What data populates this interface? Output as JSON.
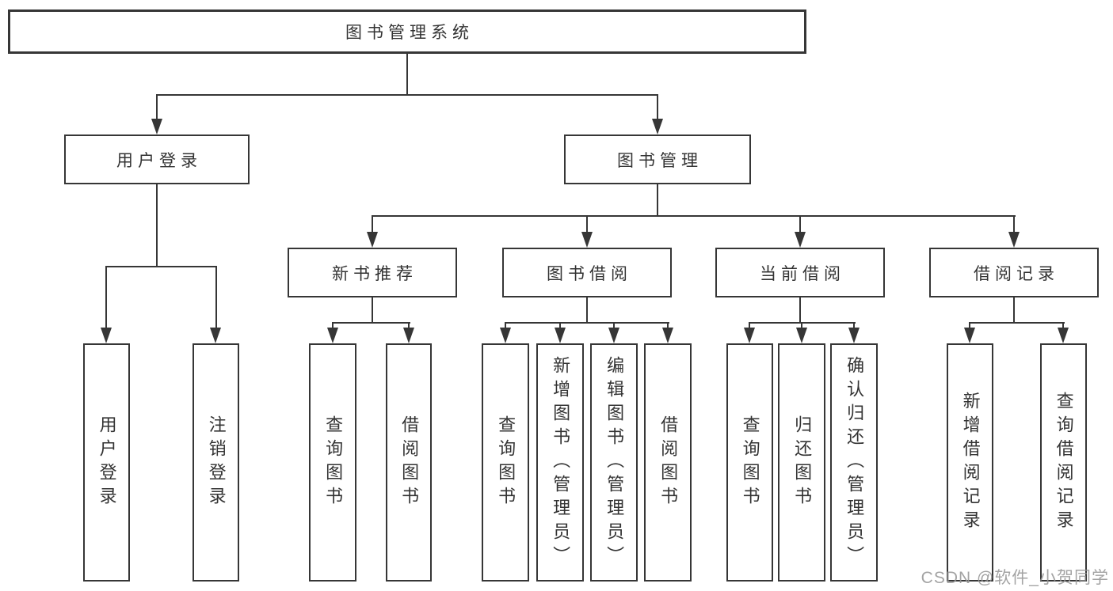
{
  "diagram": {
    "root": {
      "label": "图书管理系统"
    },
    "level2": [
      {
        "label": "用户登录"
      },
      {
        "label": "图书管理"
      }
    ],
    "level3": [
      {
        "label": "新书推荐"
      },
      {
        "label": "图书借阅"
      },
      {
        "label": "当前借阅"
      },
      {
        "label": "借阅记录"
      }
    ],
    "leaves": [
      {
        "label": "用户登录",
        "parent": "用户登录"
      },
      {
        "label": "注销登录",
        "parent": "用户登录"
      },
      {
        "label": "查询图书",
        "parent": "新书推荐"
      },
      {
        "label": "借阅图书",
        "parent": "新书推荐"
      },
      {
        "label": "查询图书",
        "parent": "图书借阅"
      },
      {
        "label": "新增图书（管理员）",
        "parent": "图书借阅"
      },
      {
        "label": "编辑图书（管理员）",
        "parent": "图书借阅"
      },
      {
        "label": "借阅图书",
        "parent": "图书借阅"
      },
      {
        "label": "查询图书",
        "parent": "当前借阅"
      },
      {
        "label": "归还图书",
        "parent": "当前借阅"
      },
      {
        "label": "确认归还（管理员）",
        "parent": "当前借阅"
      },
      {
        "label": "新增借阅记录",
        "parent": "借阅记录"
      },
      {
        "label": "查询借阅记录",
        "parent": "借阅记录"
      }
    ],
    "colors": {
      "line": "#363636",
      "text": "#333333",
      "background": "#ffffff",
      "watermark": "#999999"
    }
  },
  "watermark": {
    "text": "CSDN @软件_小贺同学"
  }
}
